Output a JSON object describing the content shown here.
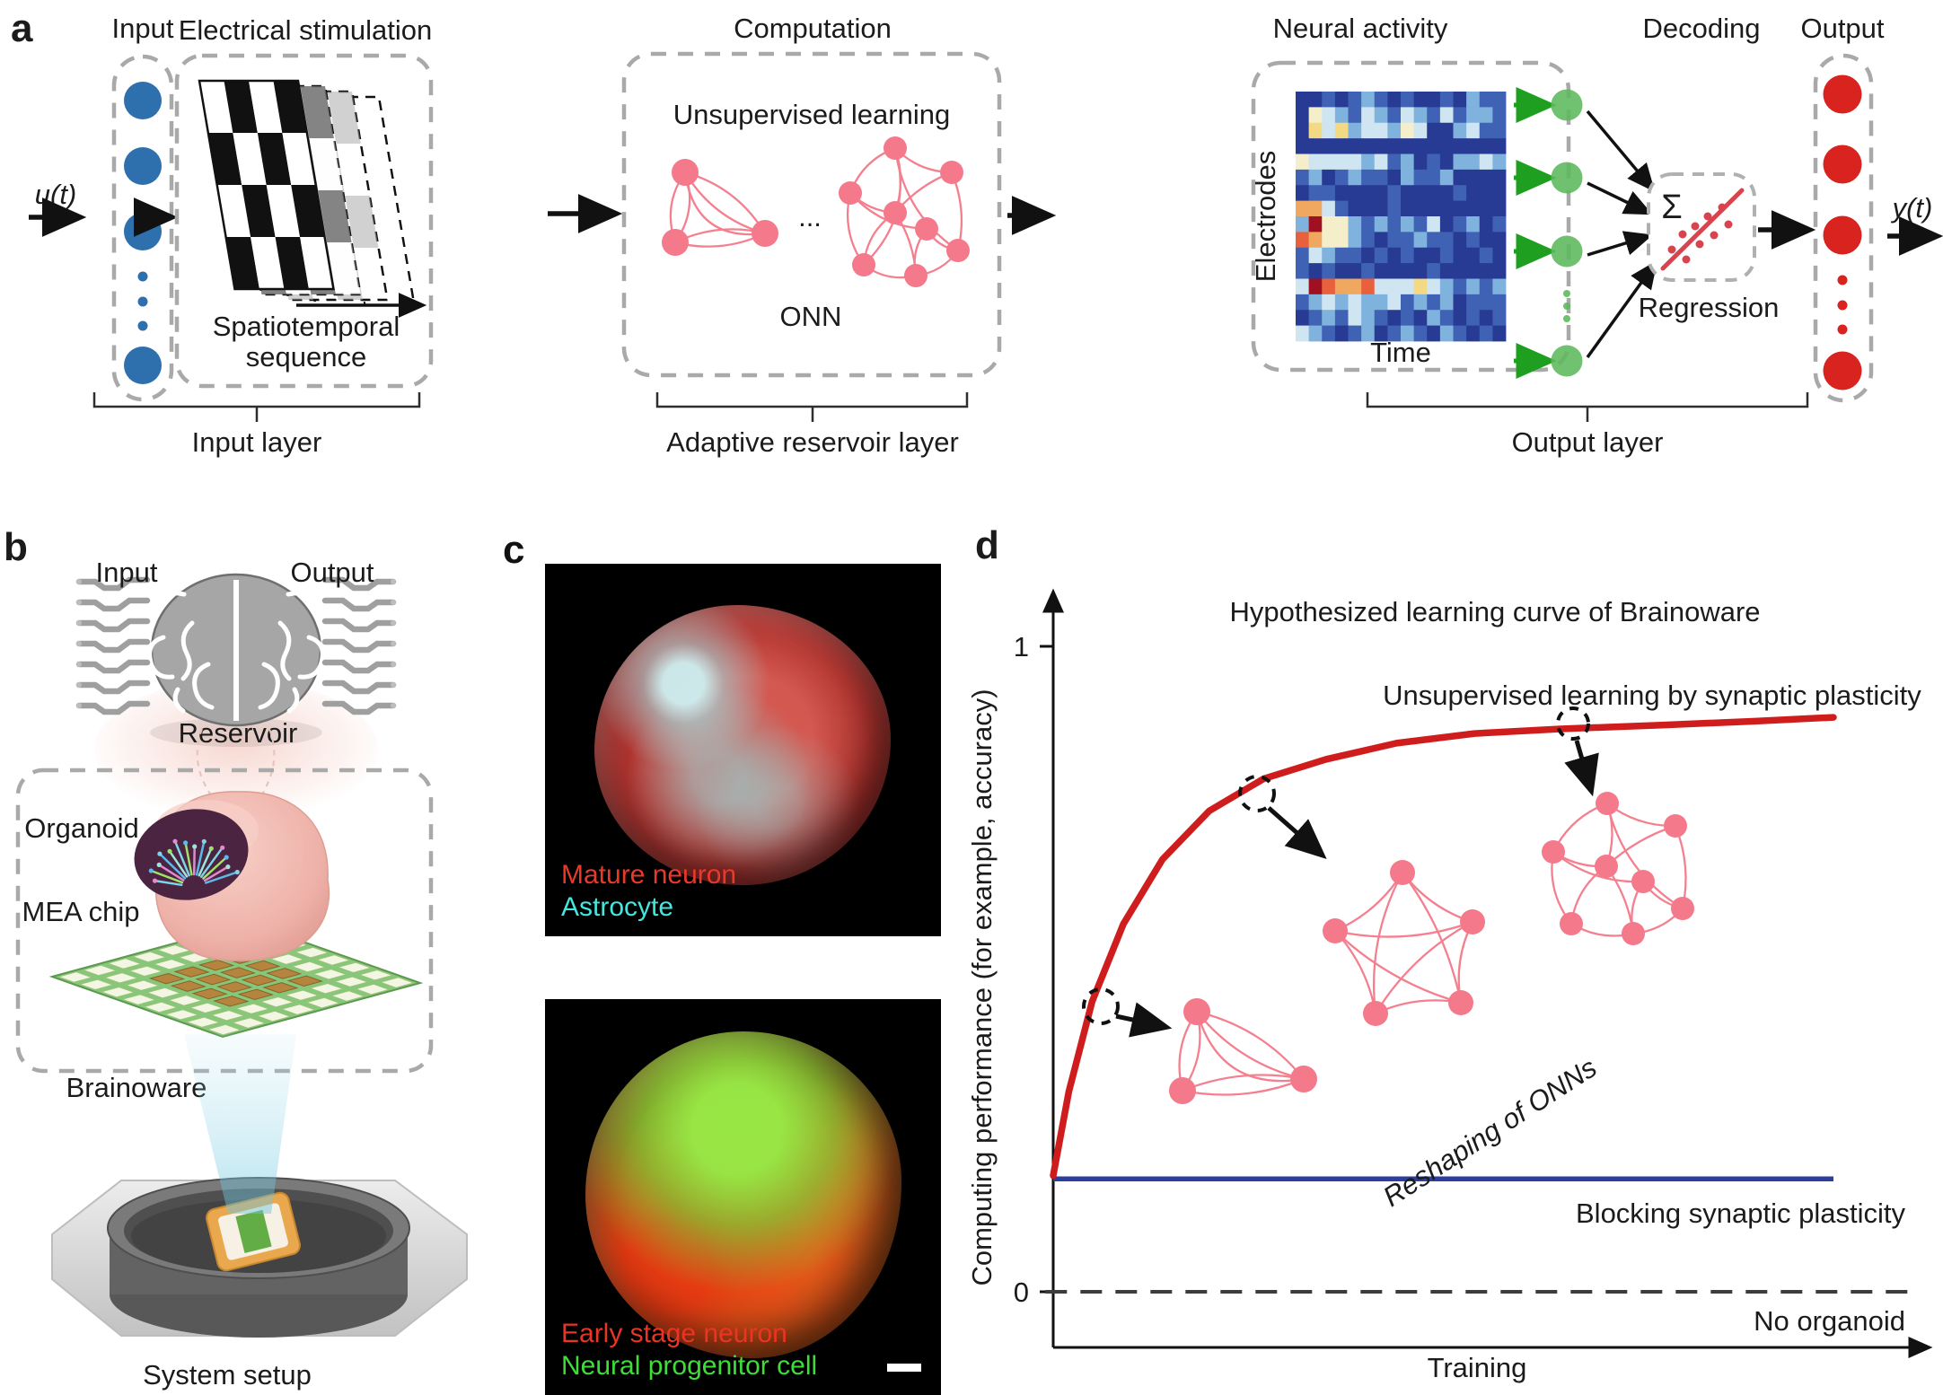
{
  "colors": {
    "input_node": "#2e6fad",
    "output_node": "#d8231f",
    "green_node": "#5cb85c",
    "green_arrow": "#1f9f1f",
    "onn_pink": "#f4798b",
    "curve_red": "#cf1d1d",
    "blocking_blue": "#2c3f9f",
    "dashed_gray": "#a9a9a9"
  },
  "panel_a": {
    "label": "a",
    "input_title": "Input",
    "input_signal": "u(t)",
    "stim_title": "Electrical stimulation",
    "stim_caption_1": "Spatiotemporal",
    "stim_caption_2": "sequence",
    "computation_title": "Computation",
    "unsupervised_label": "Unsupervised learning",
    "dots": "...",
    "onn_label": "ONN",
    "neural_title": "Neural activity",
    "electrodes_label": "Electrodes",
    "time_label": "Time",
    "decoding_title": "Decoding",
    "sigma": "Σ",
    "regression_label": "Regression",
    "output_title": "Output",
    "output_signal": "y(t)",
    "input_layer_label": "Input layer",
    "reservoir_layer_label": "Adaptive reservoir layer",
    "output_layer_label": "Output layer",
    "heatmap_palette": [
      "#283b94",
      "#3f62b5",
      "#7fb2dc",
      "#cfe5f2",
      "#f4eecb",
      "#f3d984",
      "#f0a860",
      "#e8613c",
      "#9f1021"
    ],
    "heatmap": [
      [
        0,
        0,
        1,
        0,
        1,
        2,
        1,
        0,
        1,
        0,
        0,
        1,
        0,
        2,
        1,
        1
      ],
      [
        0,
        4,
        3,
        2,
        1,
        3,
        2,
        1,
        3,
        2,
        1,
        3,
        1,
        2,
        2,
        1
      ],
      [
        0,
        5,
        3,
        5,
        2,
        3,
        3,
        2,
        4,
        3,
        0,
        0,
        2,
        3,
        1,
        1
      ],
      [
        0,
        0,
        0,
        0,
        0,
        0,
        0,
        0,
        0,
        0,
        0,
        0,
        0,
        0,
        0,
        0
      ],
      [
        4,
        3,
        3,
        3,
        3,
        2,
        3,
        1,
        2,
        0,
        1,
        0,
        2,
        2,
        3,
        2
      ],
      [
        1,
        2,
        0,
        1,
        2,
        1,
        1,
        0,
        2,
        1,
        1,
        2,
        0,
        0,
        0,
        0
      ],
      [
        0,
        1,
        1,
        0,
        0,
        0,
        0,
        1,
        0,
        0,
        0,
        0,
        1,
        0,
        0,
        0
      ],
      [
        6,
        6,
        3,
        1,
        0,
        0,
        0,
        1,
        0,
        0,
        0,
        0,
        0,
        0,
        0,
        0
      ],
      [
        2,
        8,
        4,
        4,
        2,
        1,
        2,
        1,
        2,
        1,
        3,
        0,
        1,
        2,
        0,
        1
      ],
      [
        7,
        6,
        4,
        4,
        2,
        1,
        0,
        1,
        1,
        2,
        1,
        1,
        0,
        1,
        0,
        0
      ],
      [
        1,
        3,
        2,
        1,
        1,
        0,
        1,
        0,
        1,
        0,
        0,
        1,
        0,
        0,
        1,
        0
      ],
      [
        1,
        0,
        1,
        0,
        0,
        1,
        0,
        0,
        0,
        0,
        1,
        0,
        0,
        0,
        0,
        0
      ],
      [
        3,
        8,
        7,
        6,
        6,
        7,
        3,
        3,
        3,
        5,
        3,
        2,
        1,
        2,
        1,
        2
      ],
      [
        1,
        2,
        3,
        2,
        3,
        2,
        2,
        3,
        1,
        2,
        1,
        2,
        0,
        1,
        1,
        1
      ],
      [
        0,
        1,
        2,
        1,
        3,
        2,
        1,
        0,
        1,
        0,
        2,
        1,
        0,
        1,
        0,
        1
      ],
      [
        3,
        2,
        1,
        0,
        1,
        2,
        0,
        1,
        2,
        1,
        0,
        2,
        1,
        0,
        1,
        0
      ]
    ]
  },
  "panel_b": {
    "label": "b",
    "input_label": "Input",
    "output_label": "Output",
    "reservoir_label": "Reservoir",
    "organoid_label": "Organoid",
    "mea_label": "MEA chip",
    "brainoware_label": "Brainoware",
    "system_label": "System setup"
  },
  "panel_c": {
    "label": "c",
    "top": {
      "line1": "Mature neuron",
      "line1_color": "#e8392b",
      "line2": "Astrocyte",
      "line2_color": "#45e6de"
    },
    "bottom": {
      "line1": "Early stage neuron",
      "line1_color": "#ea3424",
      "line2": "Neural progenitor cell",
      "line2_color": "#3fdc3a"
    }
  },
  "panel_d": {
    "label": "d"
  },
  "chart_data": {
    "type": "line",
    "title": "Hypothesized learning curve of Brainoware",
    "xlabel": "Training",
    "ylabel": "Computing performance (for example, accuracy)",
    "yticks": [
      0,
      1
    ],
    "grid": false,
    "legend_position": "inline-annotations",
    "series": [
      {
        "name": "Unsupervised learning by synaptic plasticity",
        "color": "#cf1d1d",
        "style": "solid",
        "x": [
          0,
          0.02,
          0.05,
          0.09,
          0.14,
          0.2,
          0.27,
          0.35,
          0.44,
          0.54,
          0.65,
          0.78,
          0.9,
          1.0
        ],
        "y": [
          0.18,
          0.31,
          0.45,
          0.57,
          0.67,
          0.745,
          0.795,
          0.825,
          0.85,
          0.865,
          0.872,
          0.878,
          0.884,
          0.89
        ]
      },
      {
        "name": "Blocking synaptic plasticity",
        "color": "#2c3f9f",
        "style": "solid",
        "x": [
          0,
          1.0
        ],
        "y": [
          0.175,
          0.175
        ]
      },
      {
        "name": "No organoid",
        "color": "#3c3c3c",
        "style": "dashed",
        "x": [
          -0.01,
          1.1
        ],
        "y": [
          0,
          0
        ]
      }
    ],
    "annotations": [
      "Reshaping of ONNs"
    ]
  }
}
